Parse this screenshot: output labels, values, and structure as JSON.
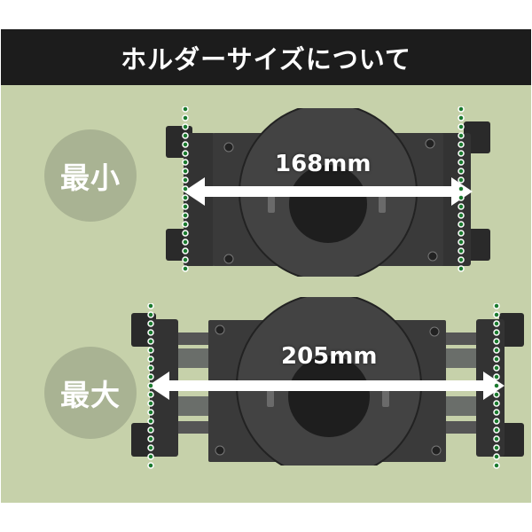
{
  "header": {
    "title": "ホルダーサイズについて"
  },
  "colors": {
    "header_bg": "#1c1c1c",
    "panel_bg": "#c6d1aa",
    "badge_bg": "#a9b393",
    "dot_green": "#1a7a2e",
    "arrow": "#ffffff"
  },
  "sections": [
    {
      "badge_label": "最小",
      "measurement": "168mm",
      "icon": "tablet-holder-min-image"
    },
    {
      "badge_label": "最大",
      "measurement": "205mm",
      "icon": "tablet-holder-max-image"
    }
  ]
}
